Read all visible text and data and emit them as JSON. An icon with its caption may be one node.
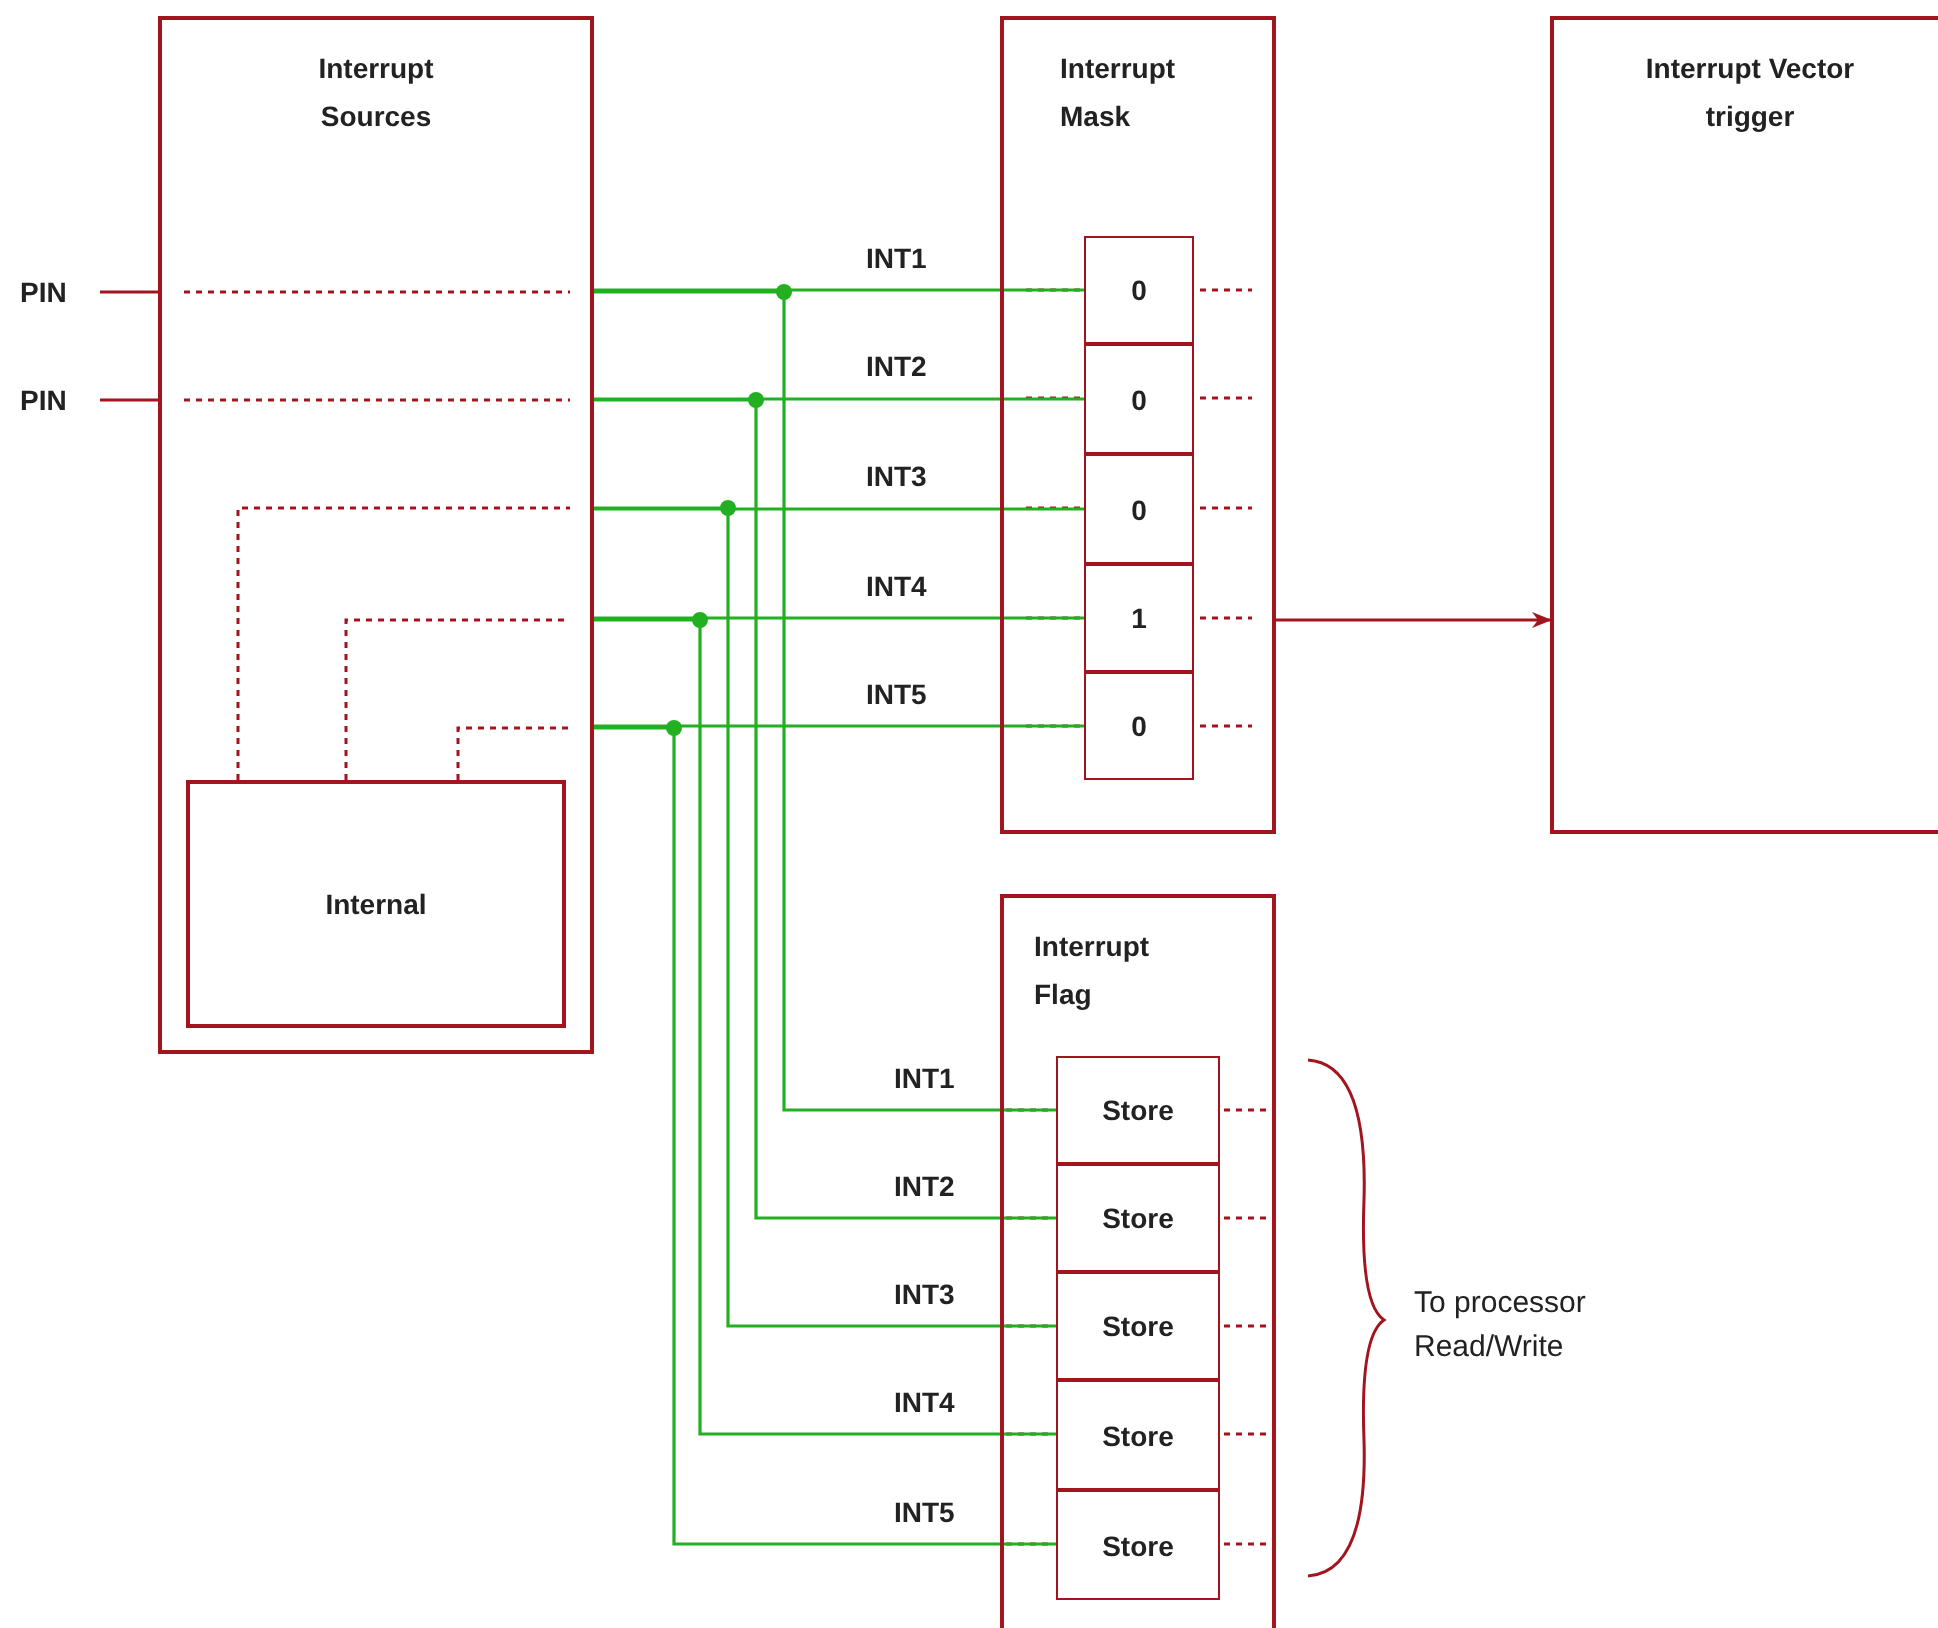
{
  "diagram": {
    "nodes": [
      {
        "text": [
          "Interrupt Sources"
        ]
      },
      {
        "text": [
          "PIN"
        ]
      },
      {
        "text": [
          "PIN"
        ]
      },
      {
        "text": [
          "Internal"
        ],
        "in": 0
      },
      {
        "text": [
          "Interrupt Mask"
        ]
      },
      {
        "text": [
          "0"
        ],
        "in": 4
      },
      {
        "text": [
          "0"
        ],
        "in": 4
      },
      {
        "text": [
          "0"
        ],
        "in": 4
      },
      {
        "text": [
          "1"
        ],
        "in": 4
      },
      {
        "text": [
          "0"
        ],
        "in": 4
      },
      {
        "text": [
          "Interrupt Vector trigger"
        ]
      },
      {
        "text": [
          "Interrupt Flag"
        ]
      },
      {
        "text": [
          "Store"
        ],
        "in": 11
      },
      {
        "text": [
          "Store"
        ],
        "in": 11
      },
      {
        "text": [
          "Store"
        ],
        "in": 11
      },
      {
        "text": [
          "Store"
        ],
        "in": 11
      },
      {
        "text": [
          "Store"
        ],
        "in": 11
      }
    ],
    "edges": [
      {
        "from": 1,
        "to": 0,
        "arrow": "none",
        "color": "#a3151e"
      },
      {
        "from": 2,
        "to": 0,
        "arrow": "none",
        "color": "#a3151e"
      },
      {
        "from": 0,
        "to": 5,
        "arrow": "none",
        "label": "INT1"
      },
      {
        "from": 0,
        "to": 6,
        "arrow": "none",
        "label": "INT2"
      },
      {
        "from": 0,
        "to": 7,
        "arrow": "none",
        "label": "INT3"
      },
      {
        "from": 0,
        "to": 8,
        "arrow": "none",
        "label": "INT4"
      },
      {
        "from": 0,
        "to": 9,
        "arrow": "none",
        "label": "INT5"
      },
      {
        "from": 4,
        "to": 10,
        "arrow": "to",
        "color": "#a3151e"
      },
      {
        "from": 0,
        "to": 12,
        "arrow": "none",
        "label": "INT1"
      },
      {
        "from": 0,
        "to": 13,
        "arrow": "none",
        "label": "INT2"
      },
      {
        "from": 0,
        "to": 14,
        "arrow": "none",
        "label": "INT3"
      },
      {
        "from": 0,
        "to": 15,
        "arrow": "none",
        "label": "INT4"
      },
      {
        "from": 0,
        "to": 16,
        "arrow": "none",
        "label": "INT5"
      }
    ],
    "labels": [
      "To processor Read/Write"
    ]
  }
}
